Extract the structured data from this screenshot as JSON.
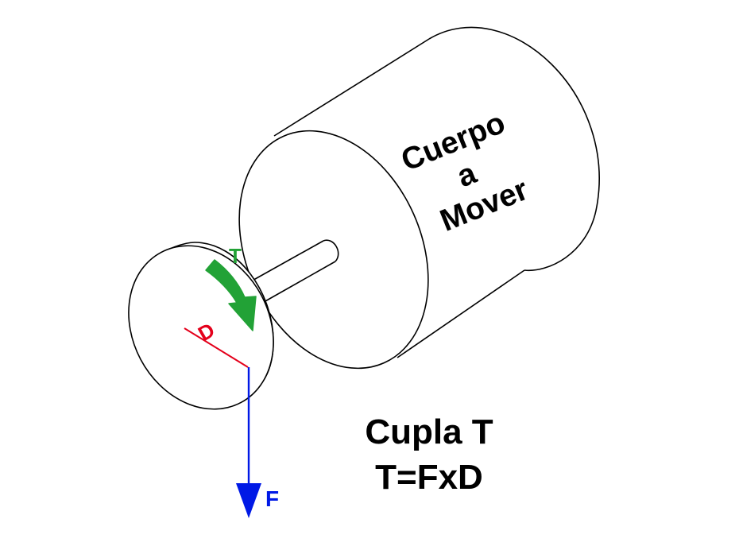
{
  "diagram": {
    "body_label": [
      "Cuerpo",
      "a",
      "Mover"
    ],
    "torque_label": "T",
    "distance_label": "D",
    "force_label": "F",
    "caption_title": "Cupla T",
    "caption_formula": "T=FxD"
  },
  "colors": {
    "outline": "#000000",
    "torque_arrow": "#22a236",
    "distance_line": "#e4001b",
    "force_arrow": "#0019e6",
    "caption": "#000000"
  }
}
